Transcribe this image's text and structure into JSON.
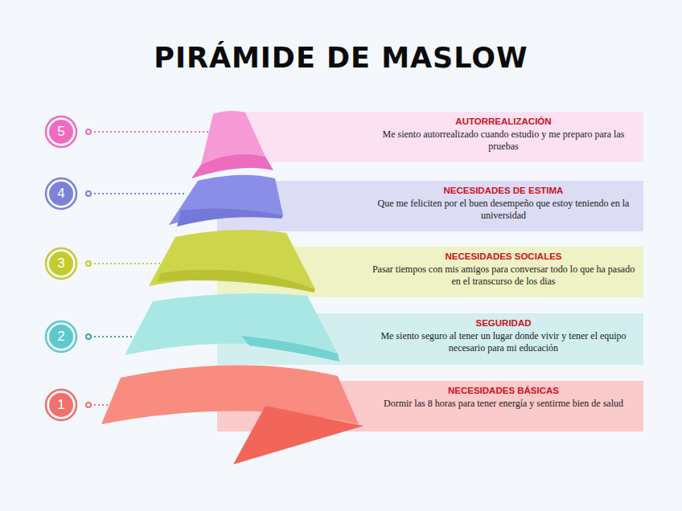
{
  "diagram": {
    "title": "PIRÁMIDE DE MASLOW",
    "nodes": [
      {
        "text": [
          "AUTORREALIZACIÓN",
          "Me siento autorrealizado cuando estudio y me preparo para las pruebas"
        ]
      },
      {
        "text": [
          "NECESIDADES DE ESTIMA",
          "Que me feliciten por el buen desempeño que estoy teniendo en la universidad"
        ]
      },
      {
        "text": [
          "NECESIDADES SOCIALES",
          "Pasar tiempos con mis amigos para conversar todo lo que ha pasado en el transcurso de los dias"
        ]
      },
      {
        "text": [
          "SEGURIDAD",
          "Me siento seguro al tener un lugar donde vivir y tener el equipo necesario para mi educación"
        ]
      },
      {
        "text": [
          "NECESIDADES BÁSICAS",
          "Dormir las 8 horas para tener energía y sentirme bien de salud"
        ]
      }
    ],
    "labels": [
      "5",
      "4",
      "3",
      "2",
      "1"
    ]
  }
}
